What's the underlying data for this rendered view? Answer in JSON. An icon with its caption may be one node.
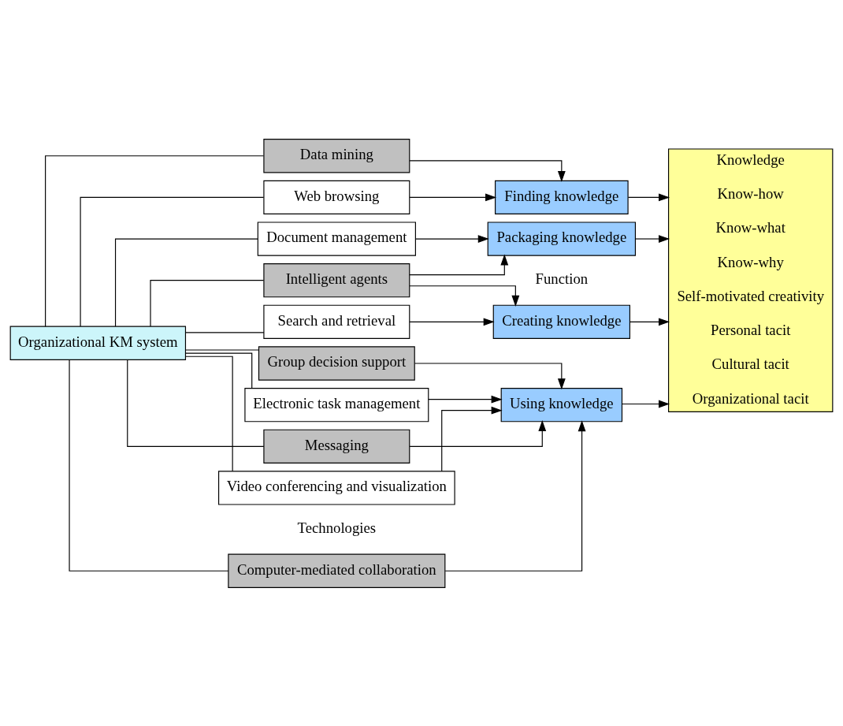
{
  "diagram": {
    "nodes": [
      {
        "text": [
          "Organizational KM system"
        ]
      },
      {
        "text": [
          "Computer-mediated collaboration"
        ]
      },
      {
        "text": [
          "Electronic task management"
        ]
      },
      {
        "text": [
          "Messaging"
        ]
      },
      {
        "text": [
          "Video conferencing and visualization"
        ]
      },
      {
        "text": [
          "Group decision support"
        ]
      },
      {
        "text": [
          "Web browsing"
        ]
      },
      {
        "text": [
          "Data mining"
        ]
      },
      {
        "text": [
          "Search and retrieval"
        ]
      },
      {
        "text": [
          "Intelligent agents"
        ]
      },
      {
        "text": [
          "Document management"
        ]
      },
      {
        "text": [
          "Using knowledge"
        ]
      },
      {
        "text": [
          "Finding knowledge"
        ]
      },
      {
        "text": [
          "Creating knowledge"
        ]
      },
      {
        "text": [
          "Packaging knowledge"
        ]
      },
      {
        "text": [
          "Knowledge",
          "Know-how",
          "Know-what",
          "Know-why",
          "Self-motivated creativity",
          "Personal tacit",
          "Cultural tacit",
          "Organizational tacit"
        ]
      }
    ],
    "edges": [
      {
        "from": 0,
        "to": 1,
        "arrow": "none"
      },
      {
        "from": 0,
        "to": 2,
        "arrow": "none"
      },
      {
        "from": 0,
        "to": 3,
        "arrow": "none"
      },
      {
        "from": 0,
        "to": 4,
        "arrow": "none"
      },
      {
        "from": 0,
        "to": 5,
        "arrow": "none"
      },
      {
        "from": 0,
        "to": 6,
        "arrow": "none"
      },
      {
        "from": 0,
        "to": 7,
        "arrow": "none"
      },
      {
        "from": 0,
        "to": 8,
        "arrow": "none"
      },
      {
        "from": 0,
        "to": 9,
        "arrow": "none"
      },
      {
        "from": 0,
        "to": 10,
        "arrow": "none"
      },
      {
        "from": 1,
        "to": 11,
        "arrow": "to"
      },
      {
        "from": 2,
        "to": 11,
        "arrow": "to"
      },
      {
        "from": 3,
        "to": 11,
        "arrow": "to"
      },
      {
        "from": 4,
        "to": 11,
        "arrow": "to"
      },
      {
        "from": 5,
        "to": 11,
        "arrow": "to"
      },
      {
        "from": 6,
        "to": 12,
        "arrow": "to"
      },
      {
        "from": 7,
        "to": 12,
        "arrow": "to"
      },
      {
        "from": 8,
        "to": 13,
        "arrow": "to"
      },
      {
        "from": 9,
        "to": 13,
        "arrow": "to"
      },
      {
        "from": 9,
        "to": 14,
        "arrow": "to"
      },
      {
        "from": 10,
        "to": 14,
        "arrow": "to"
      },
      {
        "from": 11,
        "to": 15,
        "arrow": "to"
      },
      {
        "from": 12,
        "to": 15,
        "arrow": "to"
      },
      {
        "from": 13,
        "to": 15,
        "arrow": "to"
      },
      {
        "from": 14,
        "to": 15,
        "arrow": "to"
      }
    ],
    "labels": [
      "Technologies",
      "Function"
    ]
  }
}
